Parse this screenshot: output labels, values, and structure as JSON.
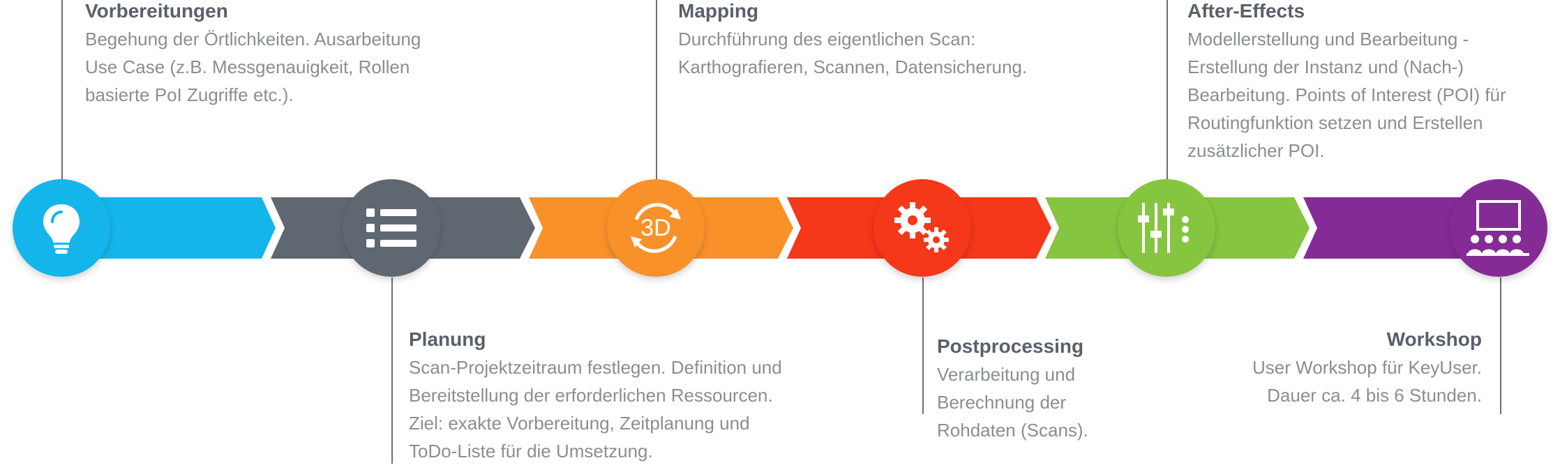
{
  "colors": {
    "blue": "#14b5ea",
    "gray": "#5f6870",
    "orange": "#f9912a",
    "red": "#f5371a",
    "green": "#86c540",
    "purple": "#852b96",
    "connector": "#6b6f73"
  },
  "steps": [
    {
      "title": "Vorbereitungen",
      "text": "Begehung der Örtlichkeiten. Ausarbeitung\nUse Case (z.B. Messgenauigkeit, Rollen\nbasierte PoI Zugriffe etc.).",
      "icon": "lightbulb-icon",
      "color": "blue"
    },
    {
      "title": "Planung",
      "text": "Scan-Projektzeitraum festlegen. Definition und\nBereitstellung der erforderlichen Ressourcen.\nZiel: exakte Vorbereitung, Zeitplanung und\nToDo-Liste für die Umsetzung.",
      "icon": "list-icon",
      "color": "gray"
    },
    {
      "title": "Mapping",
      "text": "Durchführung des eigentlichen Scan:\nKarthografieren, Scannen, Datensicherung.",
      "icon": "3d-rotate-icon",
      "icon_label": "3D",
      "color": "orange"
    },
    {
      "title": "Postprocessing",
      "text": "Verarbeitung und\nBerechnung der\nRohdaten (Scans).",
      "icon": "gears-icon",
      "color": "red"
    },
    {
      "title": "After-Effects",
      "text": "Modellerstellung und Bearbeitung -\nErstellung der Instanz und (Nach-)\nBearbeitung. Points of Interest (POI) für\nRoutingfunktion setzen und Erstellen\nzusätzlicher POI.",
      "icon": "sliders-icon",
      "color": "green"
    },
    {
      "title": "Workshop",
      "text": "User Workshop für KeyUser.\nDauer ca. 4 bis 6 Stunden.",
      "icon": "presentation-audience-icon",
      "color": "purple"
    }
  ]
}
